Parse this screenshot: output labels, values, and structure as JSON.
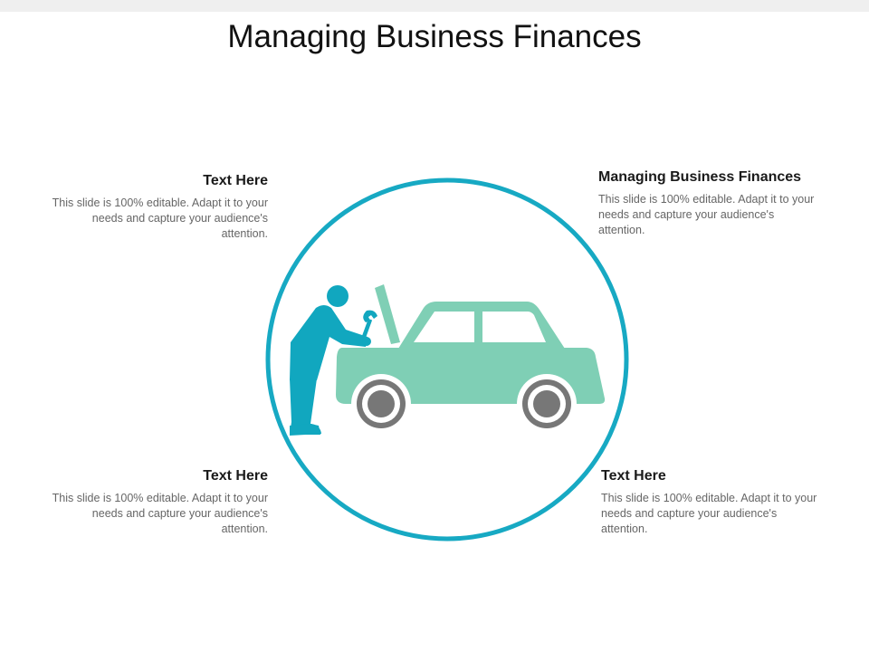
{
  "slide": {
    "title": "Managing Business Finances"
  },
  "blocks": {
    "top_left": {
      "heading": "Text Here",
      "body": "This slide is 100% editable. Adapt it to your needs and capture your audience's attention."
    },
    "top_right": {
      "heading": "Managing Business Finances",
      "body": "This slide is 100% editable. Adapt it to your needs and capture your audience's attention."
    },
    "bottom_left": {
      "heading": "Text Here",
      "body": "This slide is 100% editable. Adapt it to your needs and capture your audience's attention."
    },
    "bottom_right": {
      "heading": "Text Here",
      "body": "This slide is 100% editable. Adapt it to your needs and capture your audience's attention."
    }
  },
  "graphic": {
    "icons": [
      "mechanic-icon",
      "wrench-icon",
      "car-icon",
      "wheel-icon"
    ]
  },
  "colors": {
    "ring": "#17a9c3",
    "mechanic": "#11a7bf",
    "car_body": "#7fcfb5",
    "wheel": "#777777",
    "title_text": "#111111",
    "body_text": "#666666"
  }
}
